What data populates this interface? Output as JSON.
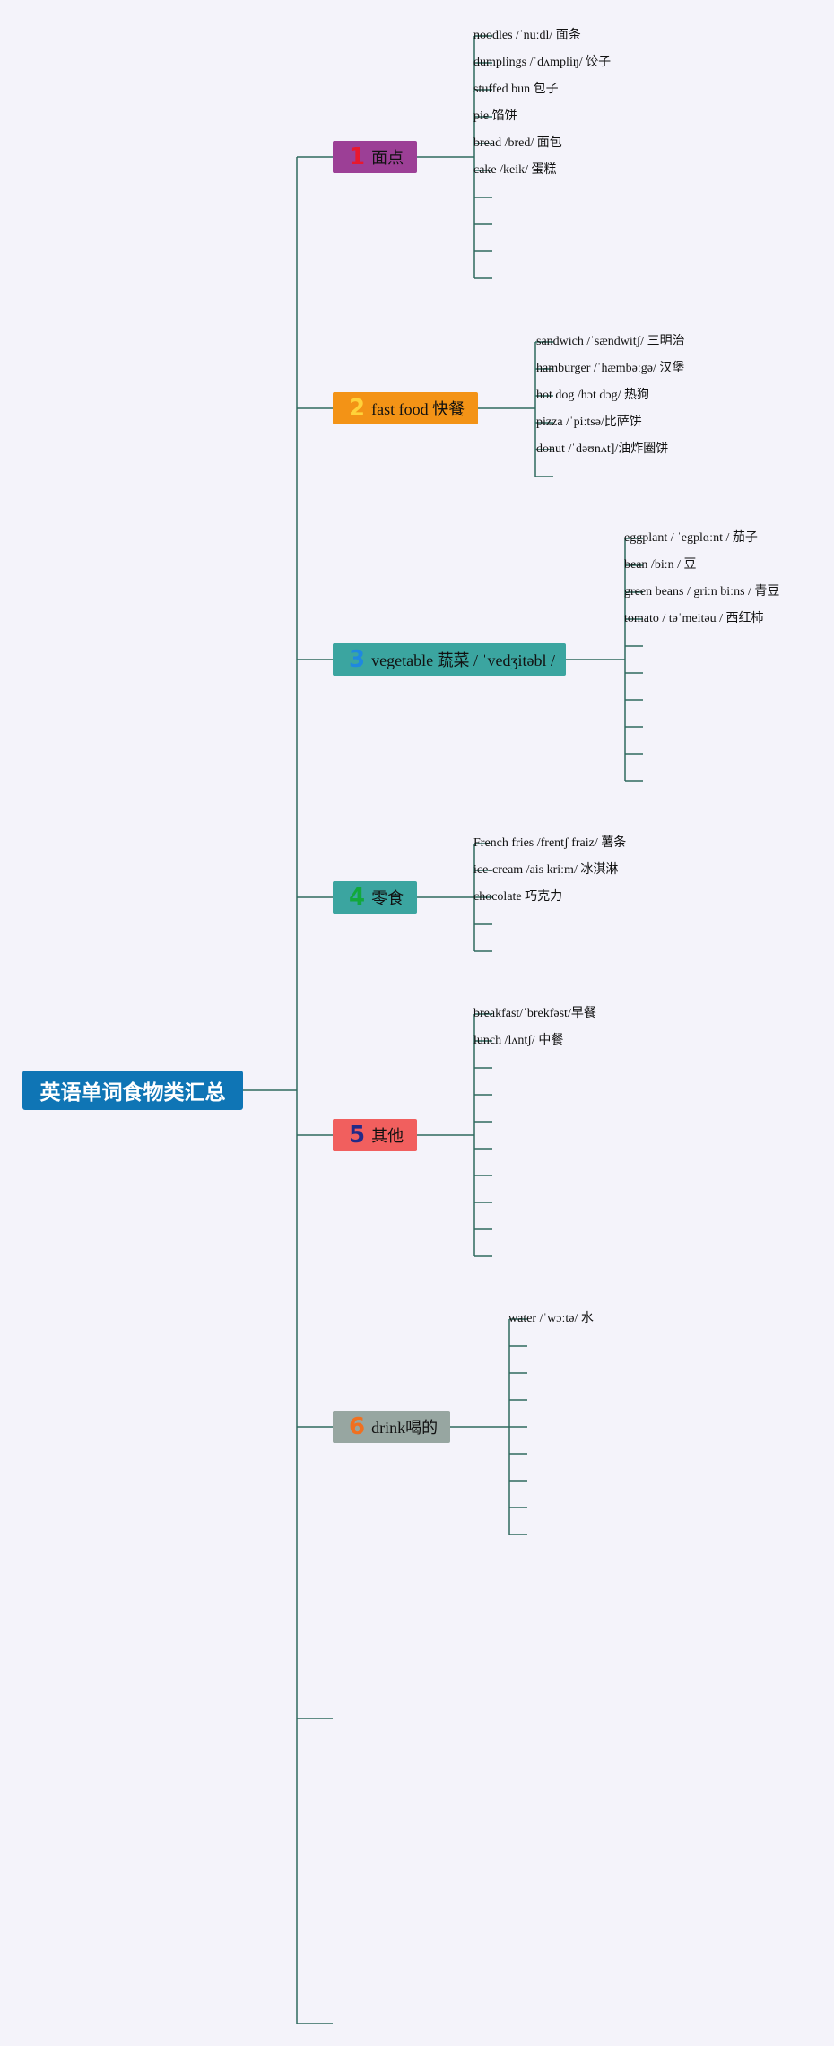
{
  "colors": {
    "background": "#f4f3fa",
    "line": "#2e6a5e",
    "root": "#0f75b5"
  },
  "root": {
    "label": "英语单词食物类汇总"
  },
  "branches": [
    {
      "number": "1",
      "label": "面点",
      "color": "#9c3f96",
      "number_color": "#e8182f",
      "items": [
        "noodles /ˈnuːdl/ 面条",
        "dumplings /ˈdʌmpliŋ/ 饺子",
        "stuffed bun 包子",
        "pie 馅饼",
        "bread /bred/ 面包",
        "cake /keik/ 蛋糕",
        "",
        "",
        "",
        ""
      ]
    },
    {
      "number": "2",
      "label": "fast food 快餐",
      "color": "#f39316",
      "number_color": "#ffd23a",
      "items": [
        "sandwich /ˈsændwitʃ/ 三明治",
        "hamburger /ˈhæmbəːgə/ 汉堡",
        "hot dog /hɔt dɔg/ 热狗",
        "pizza /ˈpiːtsə/比萨饼",
        "donut /ˈdəʊnʌt]/油炸圈饼",
        ""
      ]
    },
    {
      "number": "3",
      "label": "vegetable 蔬菜 / ˈvedʒitəbl /",
      "color": "#3ba5a0",
      "number_color": "#1f88e0",
      "items": [
        "eggplant / ˈegplɑːnt / 茄子",
        "bean /biːn / 豆",
        "green beans / griːn biːns / 青豆",
        "tomato / təˈmeitəu / 西红柿",
        "",
        "",
        "",
        "",
        "",
        ""
      ]
    },
    {
      "number": "4",
      "label": "零食",
      "color": "#3ba5a0",
      "number_color": "#12a83c",
      "items": [
        "French fries /frentʃ fraiz/ 薯条",
        "ice-cream /ais kriːm/ 冰淇淋",
        "chocolate 巧克力",
        "",
        ""
      ]
    },
    {
      "number": "5",
      "label": "其他",
      "color": "#f15f5e",
      "number_color": "#222a88",
      "items": [
        "breakfast/ˈbrekfəst/早餐",
        "lunch /lʌntʃ/ 中餐",
        "",
        "",
        "",
        "",
        "",
        "",
        "",
        ""
      ]
    },
    {
      "number": "6",
      "label": "drink喝的",
      "color": "#97a6a1",
      "number_color": "#f07020",
      "items": [
        "water /ˈwɔːtə/ 水",
        "",
        "",
        "",
        "",
        "",
        "",
        "",
        ""
      ]
    }
  ]
}
